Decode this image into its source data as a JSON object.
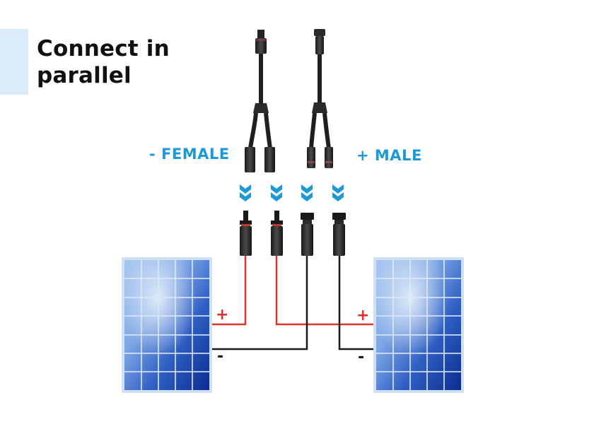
{
  "title": {
    "line1": "Connect in",
    "line2": "parallel"
  },
  "labels": {
    "female": "-  FEMALE",
    "male": "+ MALE"
  },
  "polarity": {
    "left_plus": "+",
    "left_minus": "-",
    "right_plus": "+",
    "right_minus": "-"
  },
  "icons": [
    "y-branch-female-connector",
    "y-branch-male-connector",
    "double-chevron-down-icon",
    "mc4-female-connector",
    "mc4-male-connector",
    "solar-panel"
  ],
  "colors": {
    "accent": "#1d9ad6",
    "positive_wire": "#e0312b",
    "negative_wire": "#1a1a1a",
    "accent_bar": "#dcebfa"
  }
}
